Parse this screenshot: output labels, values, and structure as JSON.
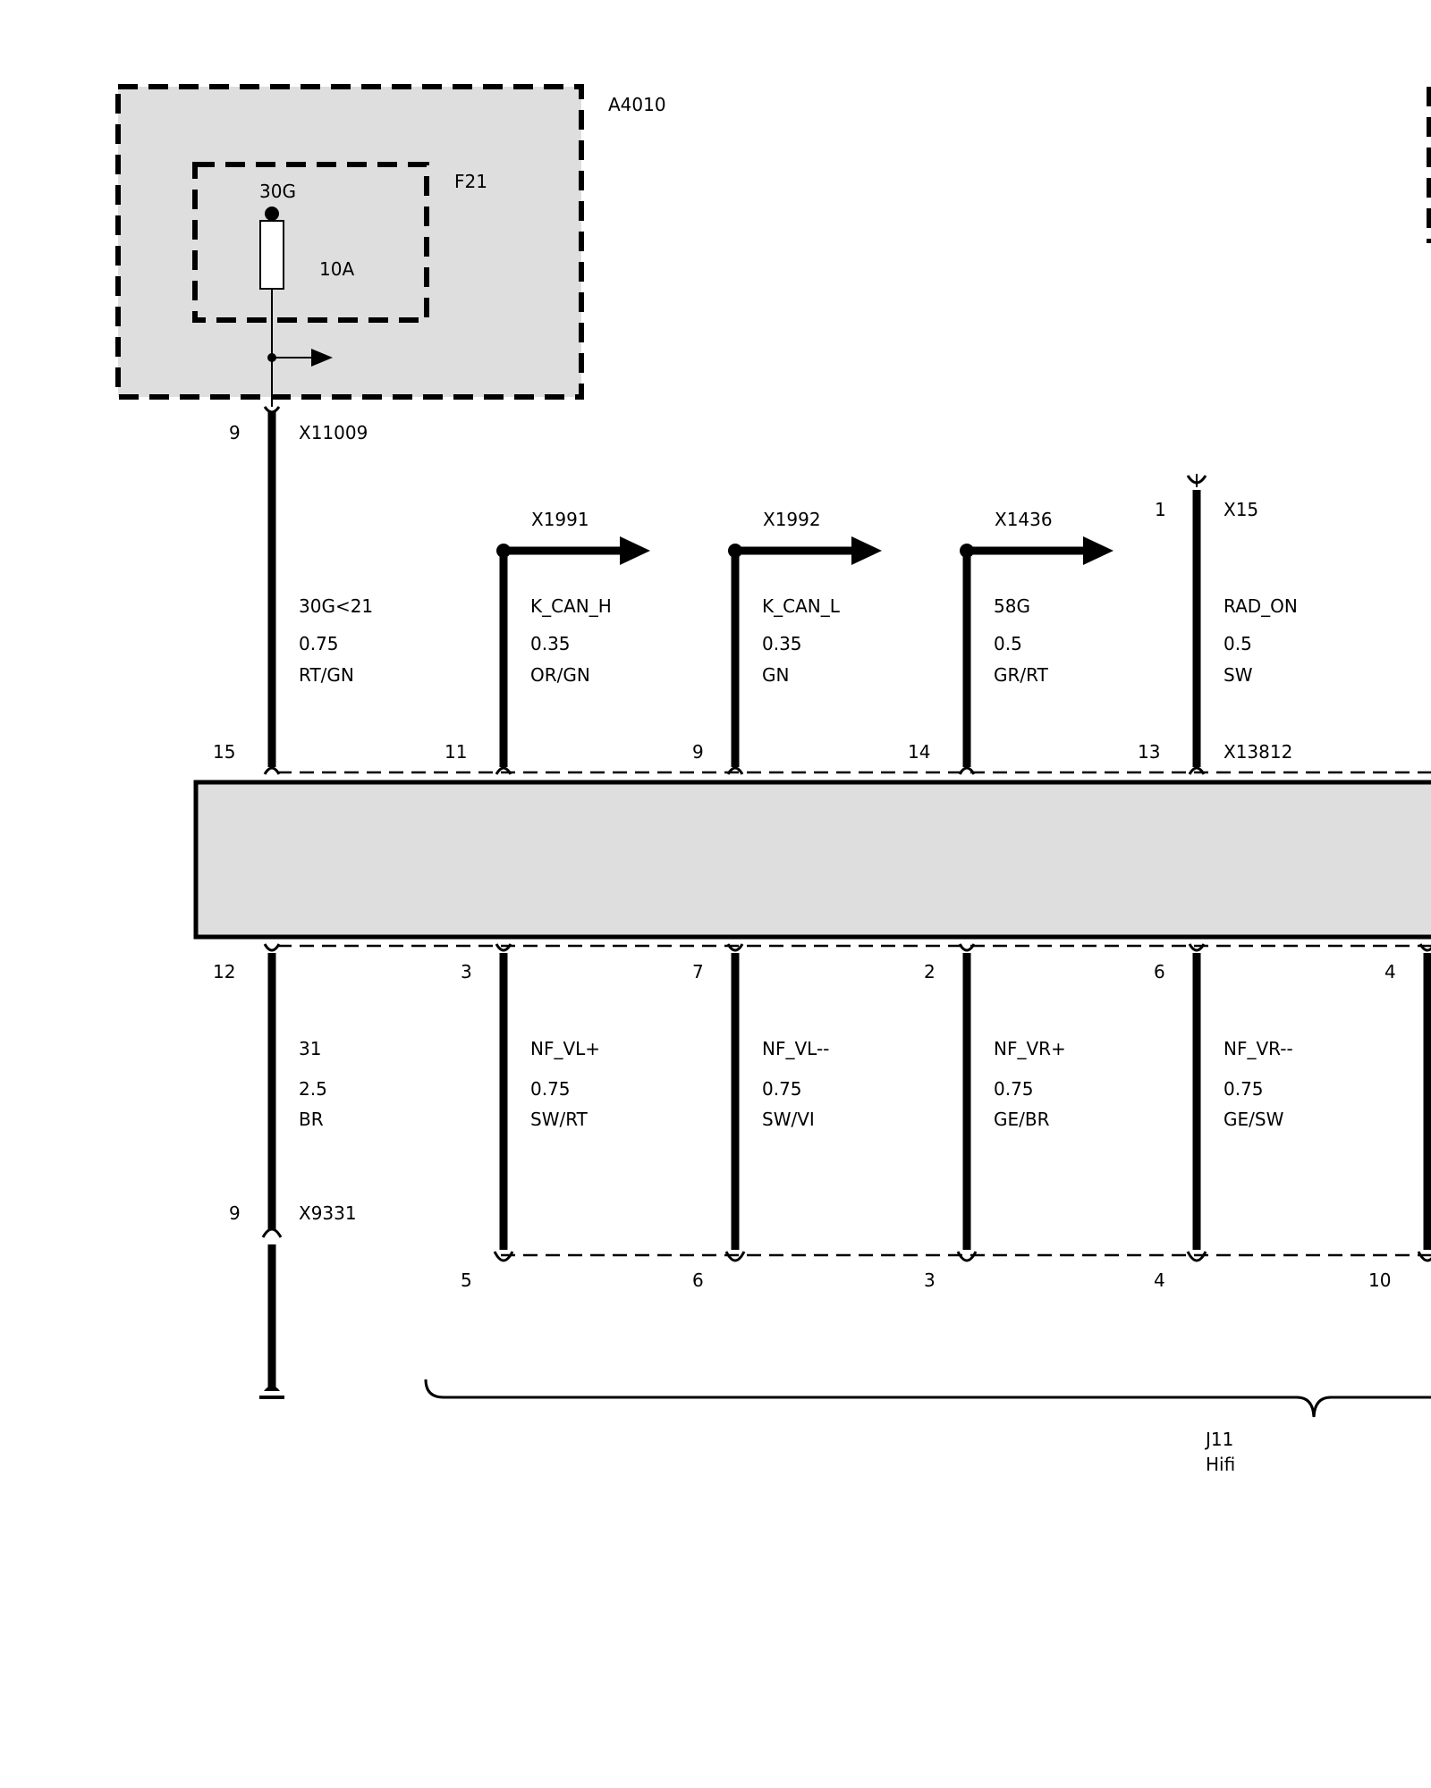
{
  "module_a4010": {
    "id": "A4010"
  },
  "fuse_f21": {
    "id": "F21",
    "terminal": "30G",
    "rating": "10A"
  },
  "connector_x11009": {
    "id": "X11009",
    "pin": "9"
  },
  "connector_x15": {
    "id": "X15",
    "pin": "1"
  },
  "connector_x13812": {
    "id": "X13812"
  },
  "connector_x9331": {
    "id": "X9331",
    "pin": "9"
  },
  "top_wires": [
    {
      "pin": "15",
      "signal": "30G<21",
      "gauge": "0.75",
      "color": "RT/GN",
      "dest": ""
    },
    {
      "pin": "11",
      "signal": "K_CAN_H",
      "gauge": "0.35",
      "color": "OR/GN",
      "dest": "X1991"
    },
    {
      "pin": "9",
      "signal": "K_CAN_L",
      "gauge": "0.35",
      "color": "GN",
      "dest": "X1992"
    },
    {
      "pin": "14",
      "signal": "58G",
      "gauge": "0.5",
      "color": "GR/RT",
      "dest": "X1436"
    },
    {
      "pin": "13",
      "signal": "RAD_ON",
      "gauge": "0.5",
      "color": "SW",
      "dest": "X15"
    }
  ],
  "bottom_wires": [
    {
      "pin": "12",
      "signal": "31",
      "gauge": "2.5",
      "color": "BR",
      "end_pin": ""
    },
    {
      "pin": "3",
      "signal": "NF_VL+",
      "gauge": "0.75",
      "color": "SW/RT",
      "end_pin": "5"
    },
    {
      "pin": "7",
      "signal": "NF_VL--",
      "gauge": "0.75",
      "color": "SW/VI",
      "end_pin": "6"
    },
    {
      "pin": "2",
      "signal": "NF_VR+",
      "gauge": "0.75",
      "color": "GE/BR",
      "end_pin": "3"
    },
    {
      "pin": "6",
      "signal": "NF_VR--",
      "gauge": "0.75",
      "color": "GE/SW",
      "end_pin": "4"
    },
    {
      "pin": "4",
      "signal": "",
      "gauge": "",
      "color": "",
      "end_pin": "10"
    }
  ],
  "bracket": {
    "id": "J11",
    "label": "Hifi"
  }
}
